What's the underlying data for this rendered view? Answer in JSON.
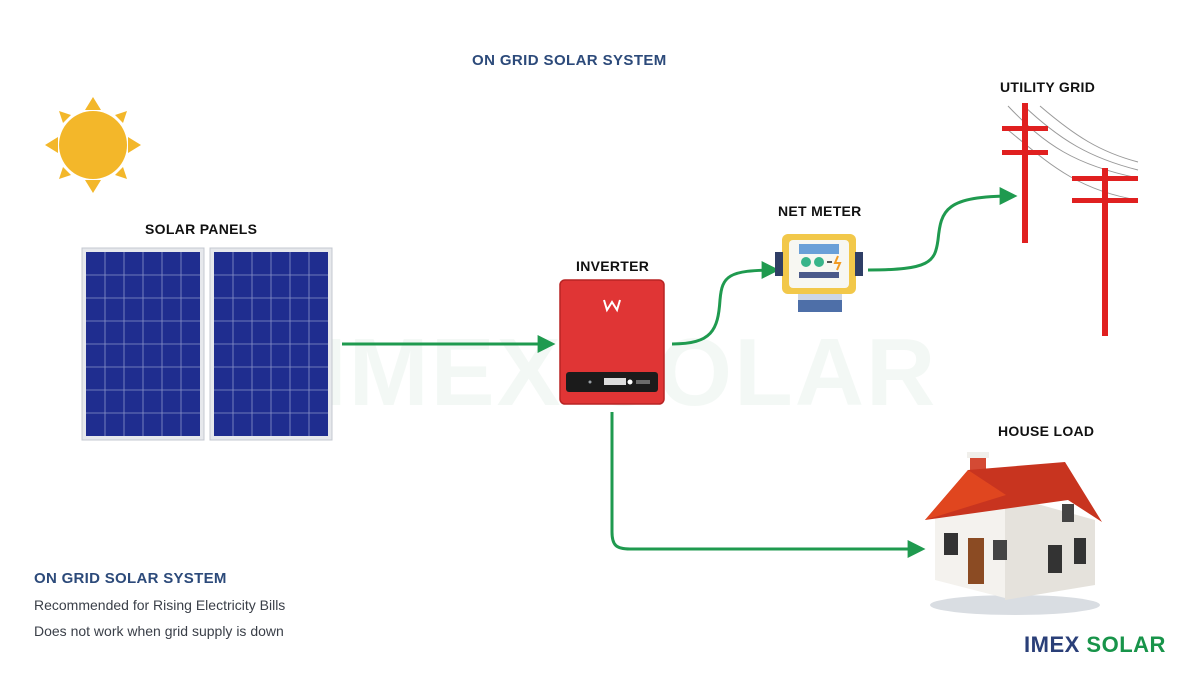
{
  "diagram": {
    "title": "ON GRID SOLAR SYSTEM",
    "watermark": "IMEX SOLAR",
    "components": {
      "solar_panels": "SOLAR PANELS",
      "inverter": "INVERTER",
      "net_meter": "NET METER",
      "utility_grid": "UTILITY GRID",
      "house_load": "HOUSE LOAD"
    },
    "info": {
      "title": "ON GRID SOLAR SYSTEM",
      "line1": "Recommended for Rising Electricity Bills",
      "line2": "Does not work when grid supply is down"
    },
    "brand": {
      "part1": "IMEX",
      "part2": "SOLAR"
    },
    "colors": {
      "flow_arrow": "#1f9a4f",
      "inverter": "#e03535",
      "sun": "#f3b72a",
      "panel_cell": "#1f2d8f",
      "grid_pole": "#e02020",
      "roof": "#c8341f",
      "title": "#2c4a7a"
    }
  }
}
